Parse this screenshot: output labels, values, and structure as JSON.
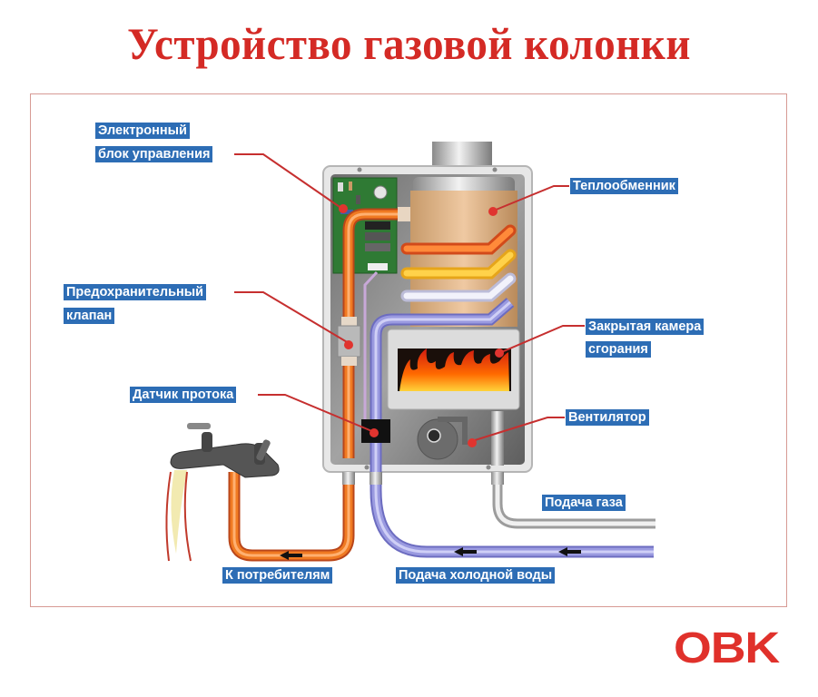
{
  "title": "Устройство газовой колонки",
  "logo": "OBK",
  "labels": {
    "control_unit": {
      "line1": "Электронный",
      "line2": "блок управления"
    },
    "safety_valve": {
      "line1": "Предохранительный",
      "line2": "клапан"
    },
    "flow_sensor": "Датчик протока",
    "heat_exchanger": "Теплообменник",
    "combustion_chamber": {
      "line1": "Закрытая камера",
      "line2": "сгорания"
    },
    "fan": "Вентилятор",
    "gas_supply": "Подача газа",
    "to_consumers": "К потребителям",
    "cold_water": "Подача холодной воды"
  },
  "colors": {
    "title": "#d42a25",
    "label_bg": "#2d6db5",
    "label_text": "#ffffff",
    "leader_line": "#c62f2f",
    "hot_pipe": "#f07a22",
    "cold_pipe": "#9a9ae0",
    "gas_pipe": "#d8d8d8",
    "logo": "#e0312b"
  }
}
